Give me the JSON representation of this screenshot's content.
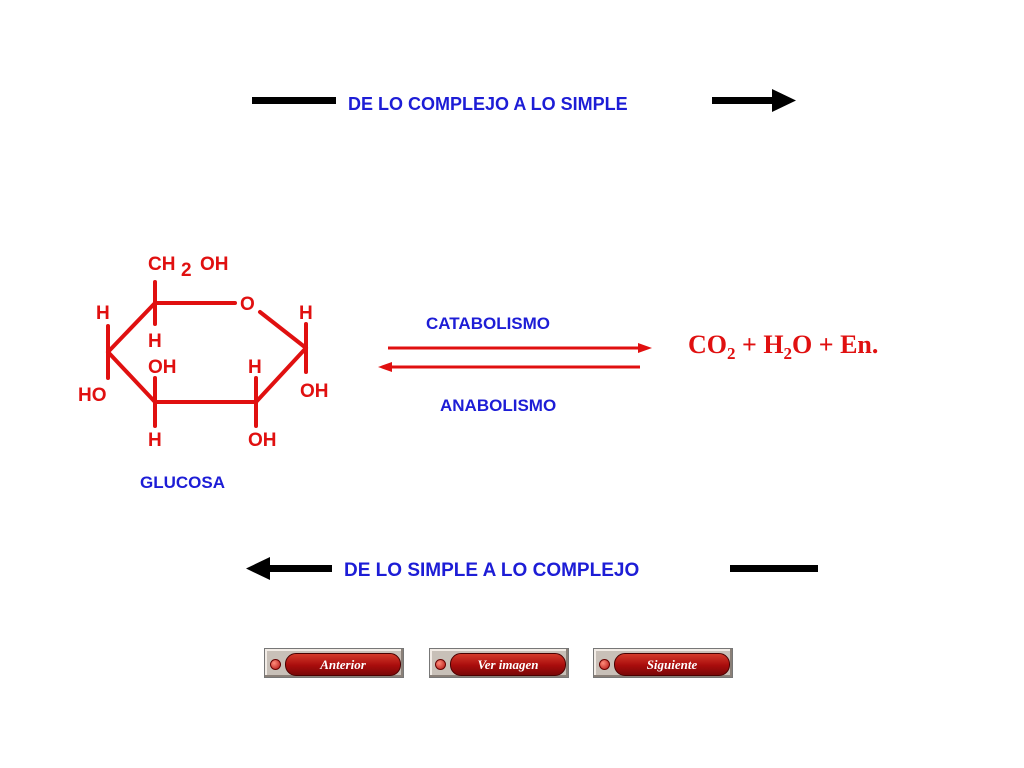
{
  "top_caption": "DE LO COMPLEJO A LO SIMPLE",
  "bottom_caption": "DE LO SIMPLE  A LO COMPLEJO",
  "reaction": {
    "forward_label": "CATABOLISMO",
    "reverse_label": "ANABOLISMO",
    "products": {
      "co": "CO",
      "sub1": "2",
      "plus_h": " + H",
      "sub2": "2",
      "tail": "O + En."
    }
  },
  "molecule": {
    "name": "GLUCOSA",
    "labels": {
      "ch": "CH",
      "ch_sub": "2",
      "oh_top": "OH",
      "ring_o": "O",
      "h_left_top": "H",
      "h_c5": "H",
      "h_right_top": "H",
      "oh_c3": "OH",
      "h_c2": "H",
      "ho_left": "HO",
      "oh_right": "OH",
      "h_bottom": "H",
      "oh_bottom": "OH"
    }
  },
  "navigation": {
    "previous": "Anterior",
    "view_image": "Ver imagen",
    "next": "Siguiente"
  },
  "colors": {
    "caption": "#1d1dd6",
    "molecule": "#e01010",
    "arrows": "#000000",
    "button_pill": "#a80c0c"
  }
}
